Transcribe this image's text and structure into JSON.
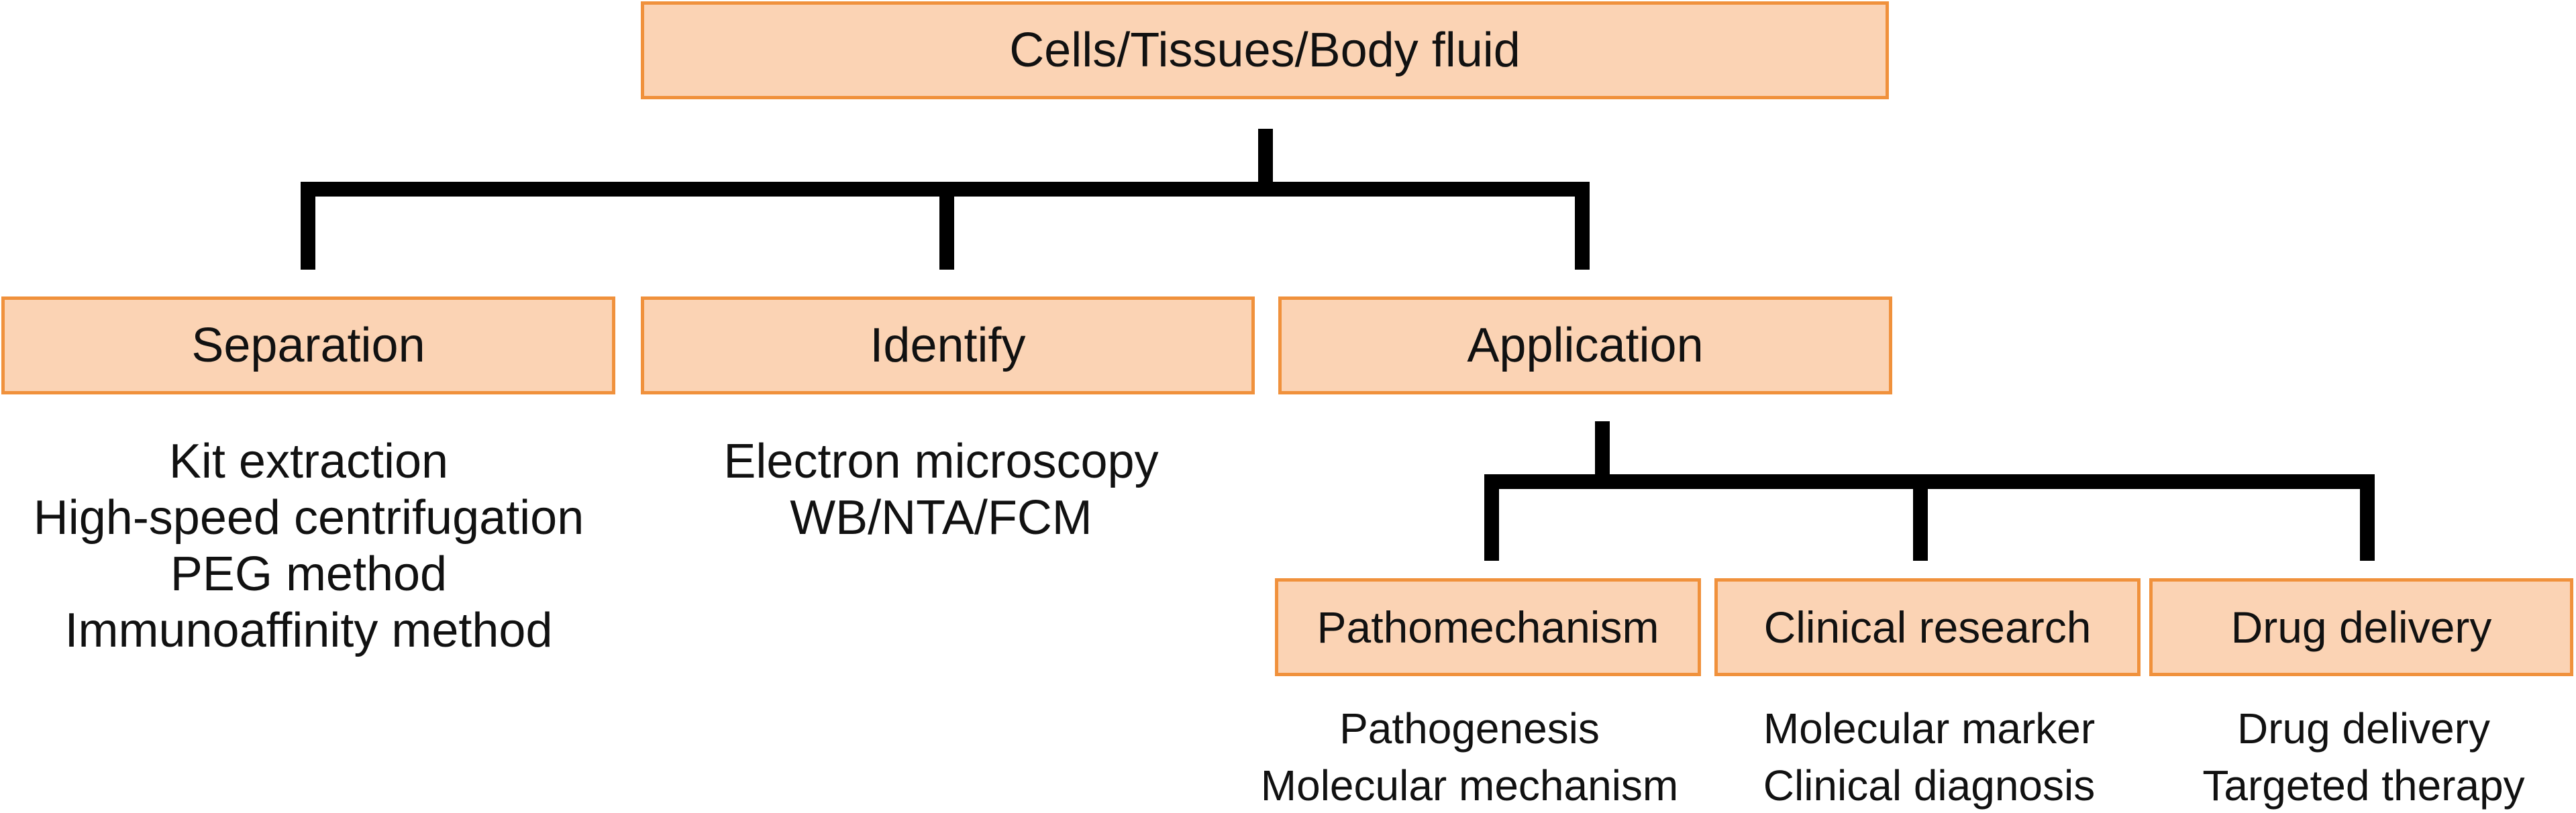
{
  "root": {
    "label": "Cells/Tissues/Body fluid"
  },
  "level2": [
    {
      "label": "Separation",
      "items": [
        "Kit extraction",
        "High-speed centrifugation",
        "PEG method",
        "Immunoaffinity method"
      ]
    },
    {
      "label": "Identify",
      "items": [
        "Electron microscopy",
        "WB/NTA/FCM"
      ]
    },
    {
      "label": "Application",
      "items": []
    }
  ],
  "level3": [
    {
      "label": "Pathomechanism",
      "items": [
        "Pathogenesis",
        "Molecular mechanism"
      ]
    },
    {
      "label": "Clinical research",
      "items": [
        "Molecular marker",
        "Clinical diagnosis"
      ]
    },
    {
      "label": "Drug delivery",
      "items": [
        "Drug delivery",
        "Targeted therapy"
      ]
    }
  ],
  "colors": {
    "box_fill": "#fbd3b4",
    "box_border": "#f0913c",
    "connector": "#000000",
    "text": "#111111"
  }
}
